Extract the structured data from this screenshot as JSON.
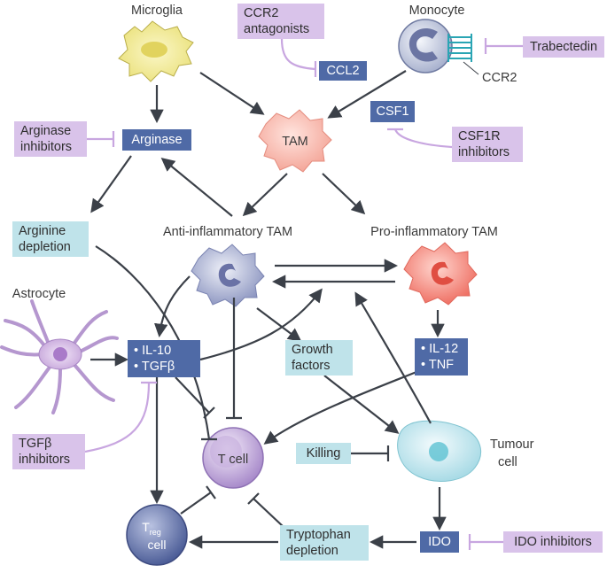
{
  "labels": {
    "microglia": "Microglia",
    "monocyte": "Monocyte",
    "ccr2": "CCR2",
    "tam": "TAM",
    "anti_tam": "Anti-inflammatory TAM",
    "pro_tam": "Pro-inflammatory TAM",
    "astrocyte": "Astrocyte",
    "tcell": "T cell",
    "tumour_line1": "Tumour",
    "tumour_line2": "cell",
    "treg_t": "T",
    "treg_sub": "reg",
    "treg_cell": "cell"
  },
  "boxes": {
    "ccr2_antagonists": [
      "CCR2",
      "antagonists"
    ],
    "ccl2": "CCL2",
    "trabectedin": "Trabectedin",
    "csf1": "CSF1",
    "csf1r_inhibitors": [
      "CSF1R",
      "inhibitors"
    ],
    "arginase_inhibitors": [
      "Arginase",
      "inhibitors"
    ],
    "arginase": "Arginase",
    "arginine_depletion": [
      "Arginine",
      "depletion"
    ],
    "il10_tgfb": [
      "• IL-10",
      "• TGFβ"
    ],
    "growth_factors": [
      "Growth",
      "factors"
    ],
    "il12_tnf": [
      "• IL-12",
      "• TNF"
    ],
    "tgfb_inhibitors": [
      "TGFβ",
      "inhibitors"
    ],
    "killing": "Killing",
    "tryptophan_depletion": [
      "Tryptophan",
      "depletion"
    ],
    "ido": "IDO",
    "ido_inhibitors": "IDO inhibitors"
  },
  "colors": {
    "drug_box": "#d9c3ea",
    "molecule_box": "#4f6aa6",
    "process_box": "#bfe3ea",
    "arrow": "#3b4048",
    "inhibition_drug": "#c8a6e0"
  }
}
